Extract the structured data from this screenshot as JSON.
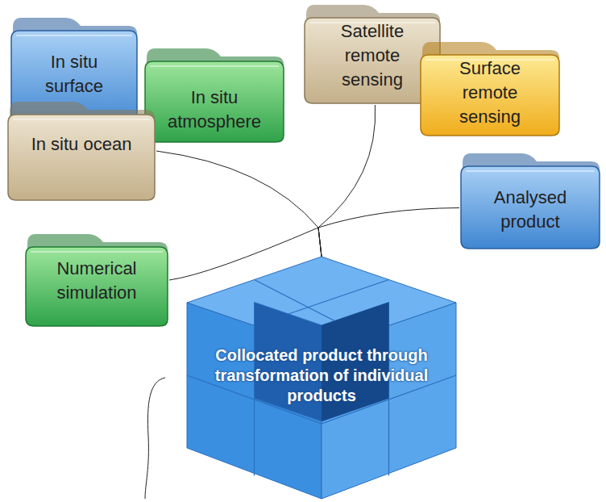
{
  "diagram": {
    "nodes": [
      {
        "text": [
          "In situ surface"
        ]
      },
      {
        "text": [
          "In situ atmosphere"
        ]
      },
      {
        "text": [
          "Satellite remote sensing"
        ]
      },
      {
        "text": [
          "Surface remote sensing"
        ]
      },
      {
        "text": [
          "In situ ocean"
        ]
      },
      {
        "text": [
          "Analysed product"
        ]
      },
      {
        "text": [
          "Numerical simulation"
        ]
      },
      {
        "text": [
          "Collocated product through transformation of individual products"
        ]
      }
    ],
    "edges": [
      {
        "from": 4,
        "to": 7,
        "arrow": "none"
      },
      {
        "from": 2,
        "to": 7,
        "arrow": "none"
      },
      {
        "from": 5,
        "to": 7,
        "arrow": "none"
      },
      {
        "from": 6,
        "to": 7,
        "arrow": "none"
      }
    ]
  }
}
